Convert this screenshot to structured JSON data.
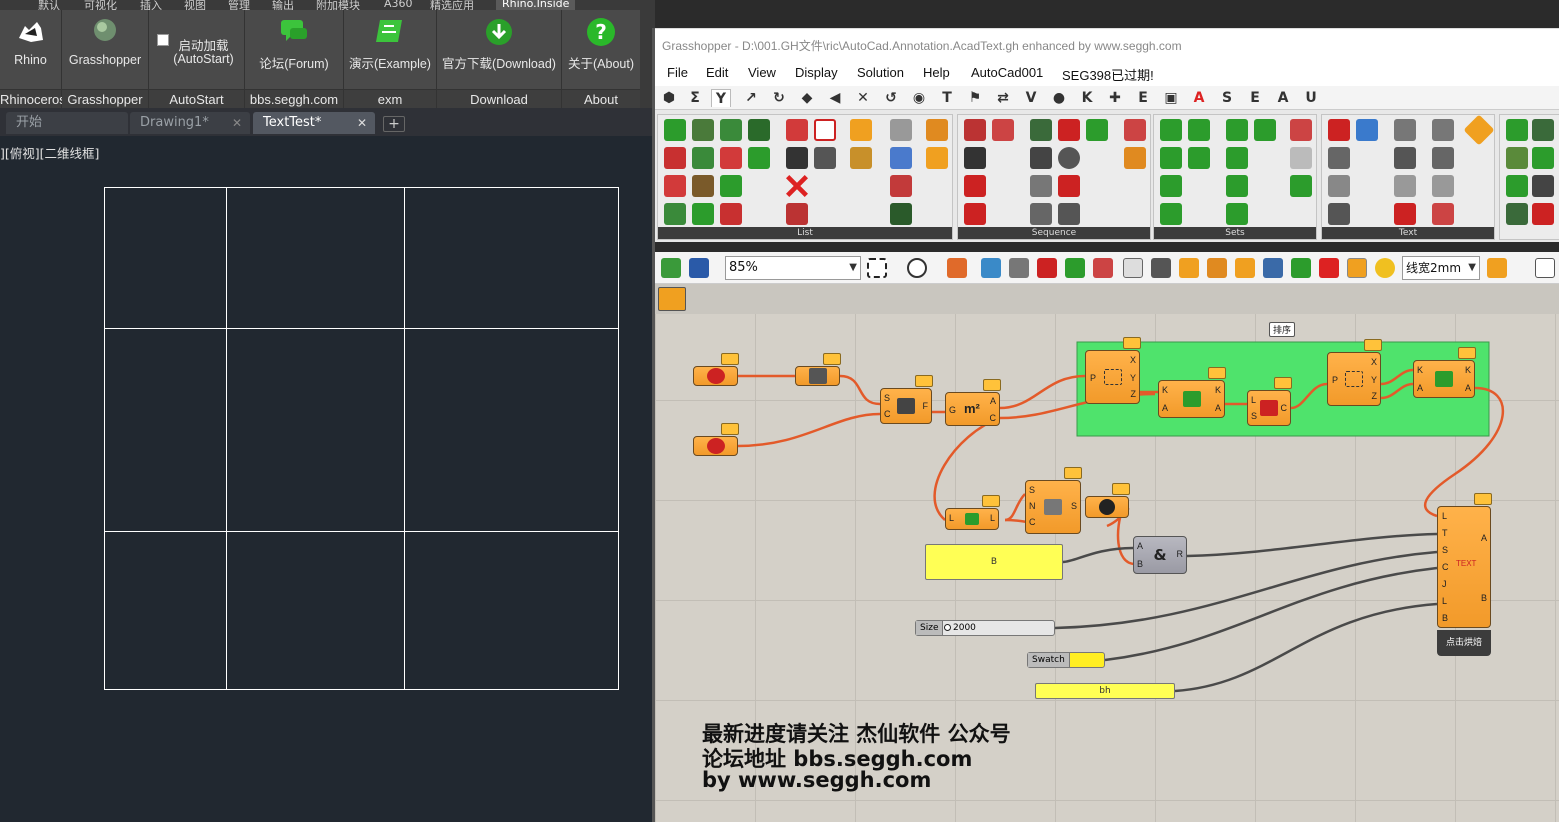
{
  "acad": {
    "ribbon_tabs": [
      "默认",
      "可视化",
      "插入",
      "视图",
      "管理",
      "输出",
      "附加模块",
      "A360",
      "精选应用",
      "Rhino.Inside"
    ],
    "groups": [
      {
        "button": "Rhino",
        "footer": "Rhinoceros"
      },
      {
        "button": "Grasshopper",
        "footer": "Grasshopper"
      },
      {
        "button": "启动加载\n(AutoStart)",
        "footer": "AutoStart"
      },
      {
        "button": "论坛(Forum)",
        "footer": "bbs.seggh.com"
      },
      {
        "button": "演示(Example)",
        "footer": "exm"
      },
      {
        "button": "官方下载(Download)",
        "footer": "Download"
      },
      {
        "button": "关于(About)",
        "footer": "About"
      }
    ],
    "autostart_line1": "启动加载",
    "autostart_line2": "(AutoStart)",
    "doc_tabs": [
      "开始",
      "Drawing1*",
      "TextTest*"
    ],
    "active_tab": "TextTest*",
    "viewport_label": "][俯视][二维线框]"
  },
  "gh": {
    "title": "Grasshopper - D:\\001.GH文件\\ric\\AutoCad.Annotation.AcadText.gh  enhanced by www.seggh.com",
    "menus": [
      "File",
      "Edit",
      "View",
      "Display",
      "Solution",
      "Help",
      "AutoCad001",
      "SEG398已过期!"
    ],
    "category_tabs": [
      "⬢",
      "Σ",
      "Y",
      "↗",
      "↻",
      "◆",
      "◀",
      "✕",
      "↺",
      "◉",
      "T",
      "⚑",
      "⇄",
      "V",
      "●",
      "K",
      "✚",
      "E",
      "▣",
      "A",
      "S",
      "E",
      "A",
      "U"
    ],
    "panels": [
      "List",
      "Sequence",
      "Sets",
      "Text"
    ],
    "zoom": "85%",
    "line_width": "线宽2mm",
    "canvas": {
      "group_tag": "排序",
      "panel_b": "B",
      "slider_label": "Size",
      "slider_value": "2000",
      "swatch_label": "Swatch",
      "panel_bh": "bh",
      "text_comp_button": "点击烘焙",
      "watermark": [
        "最新进度请关注 杰仙软件 公众号",
        "论坛地址 bbs.seggh.com",
        "by www.seggh.com"
      ]
    }
  },
  "colors": {
    "gh_component": "#f29a2a",
    "gh_group": "#4fe36c",
    "gh_wire": "#e35a2a",
    "acad_bg": "#212830"
  }
}
